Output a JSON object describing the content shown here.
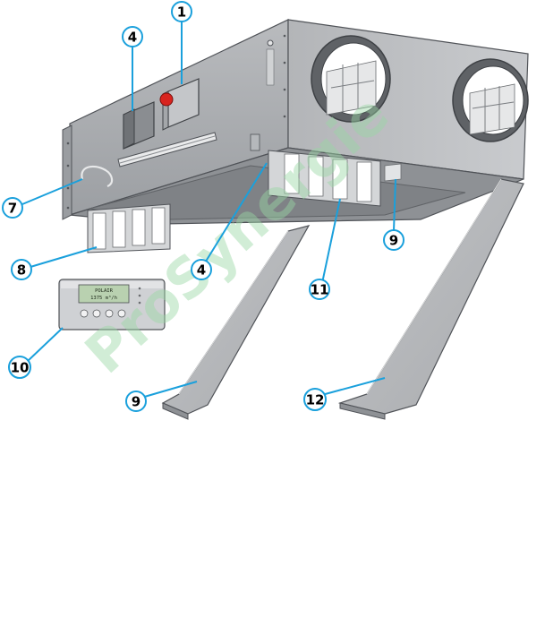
{
  "diagram": {
    "callouts": [
      {
        "id": "c1",
        "label": "1"
      },
      {
        "id": "c4a",
        "label": "4"
      },
      {
        "id": "c7",
        "label": "7"
      },
      {
        "id": "c8",
        "label": "8"
      },
      {
        "id": "c4b",
        "label": "4"
      },
      {
        "id": "c11",
        "label": "11"
      },
      {
        "id": "c9a",
        "label": "9"
      },
      {
        "id": "c10",
        "label": "10"
      },
      {
        "id": "c9b",
        "label": "9"
      },
      {
        "id": "c12",
        "label": "12"
      }
    ],
    "watermark": "ProSynergie",
    "controller_display": {
      "line1": "POLAIR",
      "line2": "1375 m³/h"
    },
    "colors": {
      "callout_line": "#1aa0dc",
      "callout_stroke": "#1aa0dc",
      "panel": "#c6c8cb",
      "panel_dark": "#a7a9ac",
      "edge": "#505358"
    }
  }
}
